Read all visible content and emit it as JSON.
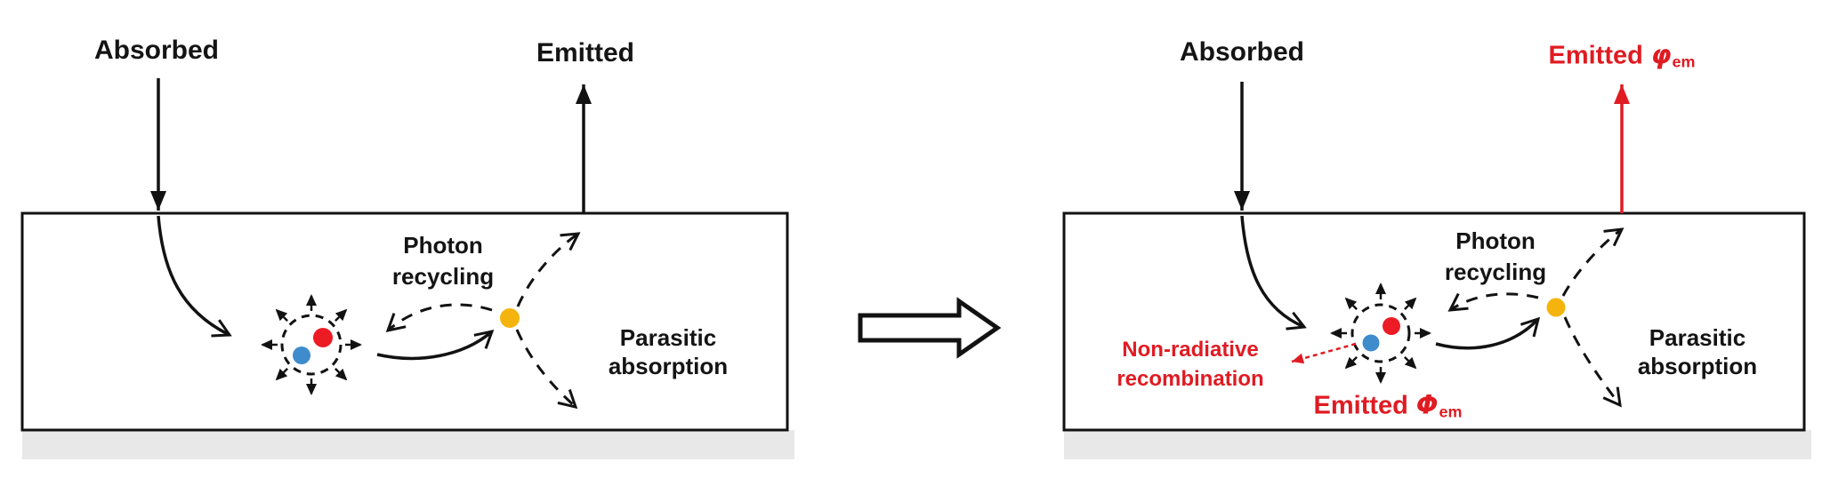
{
  "figure": {
    "left_panel": {
      "absorbed_label": "Absorbed",
      "emitted_label": "Emitted",
      "photon_recycling": {
        "line1": "Photon",
        "line2": "recycling"
      },
      "parasitic_absorption": {
        "line1": "Parasitic",
        "line2": "absorption"
      }
    },
    "right_panel": {
      "absorbed_label": "Absorbed",
      "emitted_external": {
        "prefix": "Emitted",
        "symbol": "φ",
        "subscript": "em"
      },
      "photon_recycling": {
        "line1": "Photon",
        "line2": "recycling"
      },
      "parasitic_absorption": {
        "line1": "Parasitic",
        "line2": "absorption"
      },
      "non_radiative": {
        "line1": "Non-radiative",
        "line2": "recombination"
      },
      "emitted_internal": {
        "prefix": "Emitted",
        "symbol": "Φ",
        "subscript": "em"
      }
    },
    "colors": {
      "annotation_red": "#e01b22",
      "photon_yellow": "#f5b40d",
      "particle_red": "#ed1c24",
      "particle_blue": "#3f8ccc",
      "substrate_gray": "#e8e8e8",
      "line_black": "#121212"
    }
  }
}
